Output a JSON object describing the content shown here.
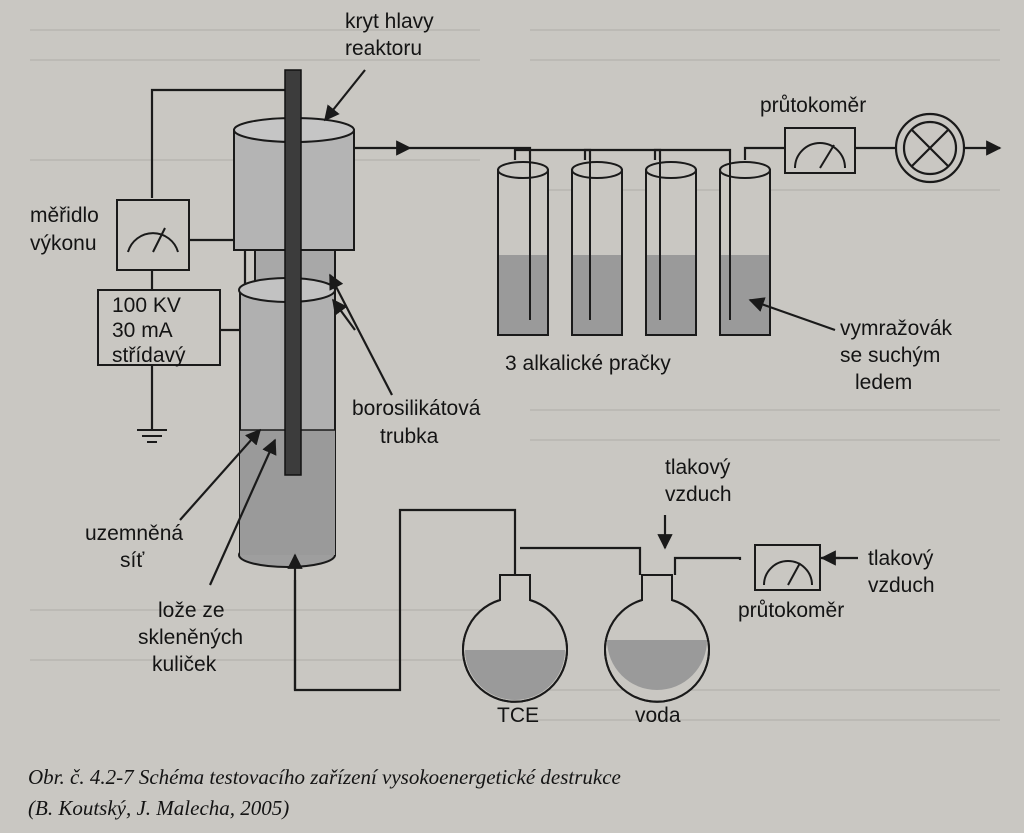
{
  "labels": {
    "reactor_cover": [
      "kryt hlavy",
      "reaktoru"
    ],
    "power_meter": [
      "měřidlo",
      "výkonu"
    ],
    "power_supply": [
      "100 KV",
      "30 mA",
      "střídavý"
    ],
    "flowmeter_top": "průtokoměr",
    "scrubbers": "3 alkalické pračky",
    "dry_ice_trap": [
      "vymražovák",
      "se suchým",
      "ledem"
    ],
    "borosilicate_tube": [
      "borosilikátová",
      "trubka"
    ],
    "grounded_mesh": [
      "uzemněná",
      "síť"
    ],
    "glass_bead_bed": [
      "lože ze",
      "skleněných",
      "kuliček"
    ],
    "compressed_air_1": [
      "tlakový",
      "vzduch"
    ],
    "compressed_air_2": [
      "tlakový",
      "vzduch"
    ],
    "flowmeter_bottom": "průtokoměr",
    "flask_tce": "TCE",
    "flask_water": "voda"
  },
  "caption": {
    "line1": "Obr. č. 4.2-7 Schéma testovacího zařízení vysokoenergetické destrukce",
    "line2": "(B. Koutský, J. Malecha, 2005)"
  },
  "colors": {
    "page_bg": "#c9c7c2",
    "line": "#1a1a1a",
    "vessel_fill": "#b0b0b0",
    "liquid_fill": "#8f8f8f",
    "electrode": "#3c3c3c",
    "flask_liquid": "#9a9a9a"
  }
}
